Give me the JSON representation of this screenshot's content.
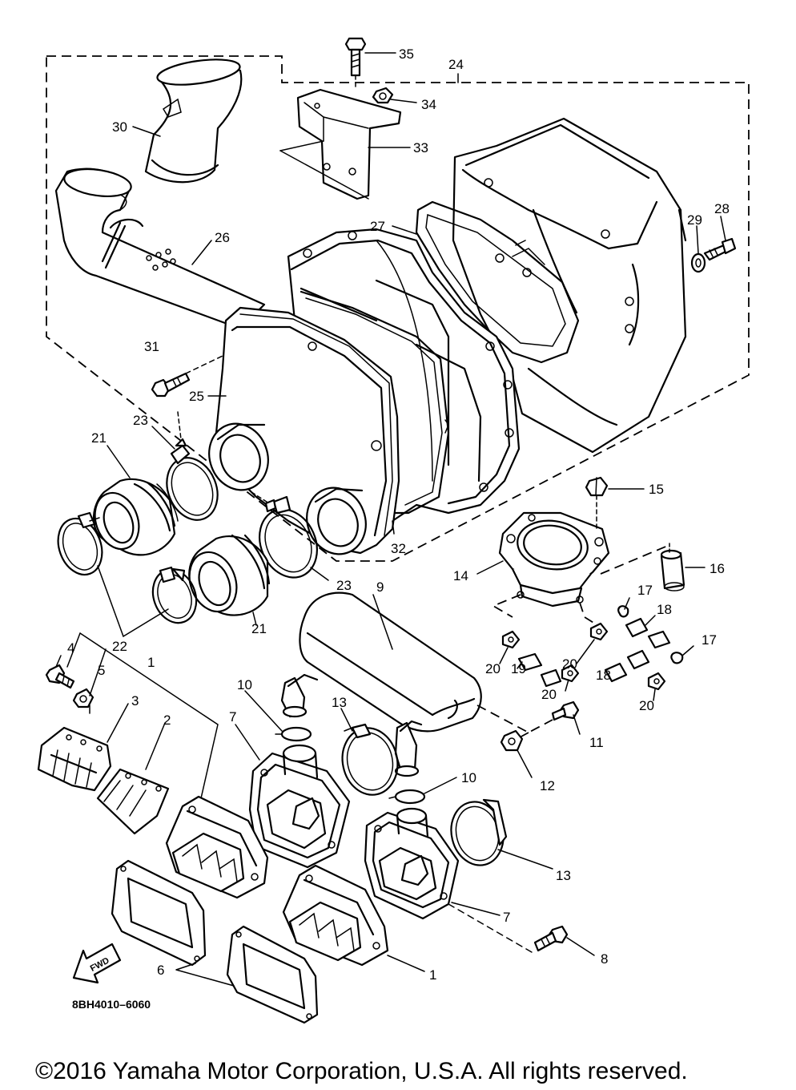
{
  "diagram": {
    "callouts": [
      {
        "id": "35",
        "label": "35"
      },
      {
        "id": "24",
        "label": "24"
      },
      {
        "id": "34",
        "label": "34"
      },
      {
        "id": "30",
        "label": "30"
      },
      {
        "id": "33",
        "label": "33"
      },
      {
        "id": "26",
        "label": "26"
      },
      {
        "id": "27",
        "label": "27"
      },
      {
        "id": "29",
        "label": "29"
      },
      {
        "id": "28",
        "label": "28"
      },
      {
        "id": "31",
        "label": "31"
      },
      {
        "id": "25",
        "label": "25"
      },
      {
        "id": "23a",
        "label": "23"
      },
      {
        "id": "21a",
        "label": "21"
      },
      {
        "id": "15",
        "label": "15"
      },
      {
        "id": "16",
        "label": "16"
      },
      {
        "id": "32",
        "label": "32"
      },
      {
        "id": "14",
        "label": "14"
      },
      {
        "id": "23b",
        "label": "23"
      },
      {
        "id": "9",
        "label": "9"
      },
      {
        "id": "22",
        "label": "22"
      },
      {
        "id": "21b",
        "label": "21"
      },
      {
        "id": "17a",
        "label": "17"
      },
      {
        "id": "18a",
        "label": "18"
      },
      {
        "id": "20a",
        "label": "20"
      },
      {
        "id": "20b",
        "label": "20"
      },
      {
        "id": "17b",
        "label": "17"
      },
      {
        "id": "19",
        "label": "19"
      },
      {
        "id": "18b",
        "label": "18"
      },
      {
        "id": "20c",
        "label": "20"
      },
      {
        "id": "20d",
        "label": "20"
      },
      {
        "id": "4",
        "label": "4"
      },
      {
        "id": "5",
        "label": "5"
      },
      {
        "id": "1a",
        "label": "1"
      },
      {
        "id": "3",
        "label": "3"
      },
      {
        "id": "2",
        "label": "2"
      },
      {
        "id": "10a",
        "label": "10"
      },
      {
        "id": "13a",
        "label": "13"
      },
      {
        "id": "7a",
        "label": "7"
      },
      {
        "id": "11",
        "label": "11"
      },
      {
        "id": "12",
        "label": "12"
      },
      {
        "id": "10b",
        "label": "10"
      },
      {
        "id": "13b",
        "label": "13"
      },
      {
        "id": "7b",
        "label": "7"
      },
      {
        "id": "8",
        "label": "8"
      },
      {
        "id": "6",
        "label": "6"
      },
      {
        "id": "1b",
        "label": "1"
      }
    ],
    "fwd_label": "FWD",
    "diagram_code": "8BH4010–6060",
    "copyright": "©2016 Yamaha Motor Corporation, U.S.A. All rights reserved."
  }
}
